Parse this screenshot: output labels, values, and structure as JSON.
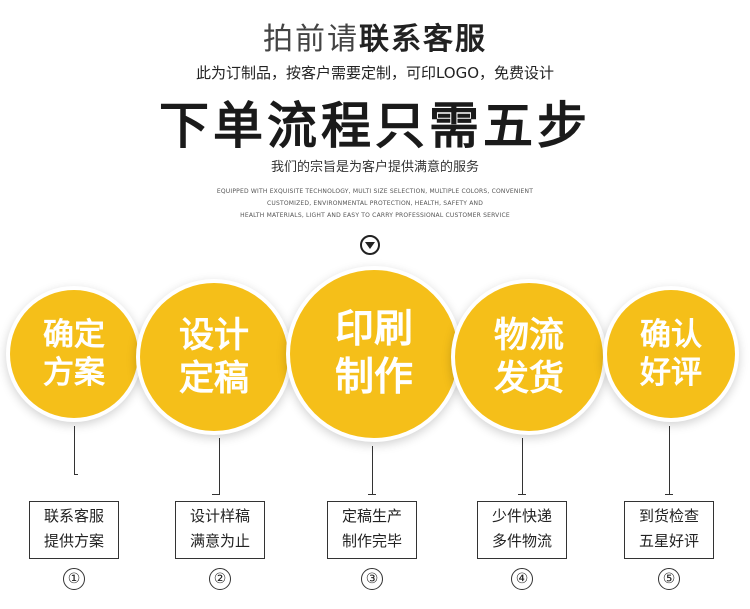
{
  "header": {
    "title_light": "拍前请",
    "title_bold": "联系客服",
    "subtitle": "此为订制品，按客户需要定制，可印LOGO，免费设计",
    "headline": "下单流程只需五步",
    "slogan": "我们的宗旨是为客户提供满意的服务",
    "fineprint": [
      "EQUIPPED WITH EXQUISITE TECHNOLOGY, MULTI SIZE SELECTION, MULTIPLE COLORS, CONVENIENT",
      "CUSTOMIZED, ENVIRONMENTAL PROTECTION, HEALTH, SAFETY AND",
      "HEALTH MATERIALS, LIGHT AND EASY TO CARRY PROFESSIONAL CUSTOMER SERVICE"
    ]
  },
  "colors": {
    "accent": "#f5bf19",
    "text": "#222222"
  },
  "icons": {
    "down_arrow": "chevron-down-circle-icon"
  },
  "steps": [
    {
      "line1": "确定",
      "line2": "方案",
      "desc1": "联系客服",
      "desc2": "提供方案",
      "number": "①"
    },
    {
      "line1": "设计",
      "line2": "定稿",
      "desc1": "设计样稿",
      "desc2": "满意为止",
      "number": "②"
    },
    {
      "line1": "印刷",
      "line2": "制作",
      "desc1": "定稿生产",
      "desc2": "制作完毕",
      "number": "③"
    },
    {
      "line1": "物流",
      "line2": "发货",
      "desc1": "少件快递",
      "desc2": "多件物流",
      "number": "④"
    },
    {
      "line1": "确认",
      "line2": "好评",
      "desc1": "到货检查",
      "desc2": "五星好评",
      "number": "⑤"
    }
  ]
}
